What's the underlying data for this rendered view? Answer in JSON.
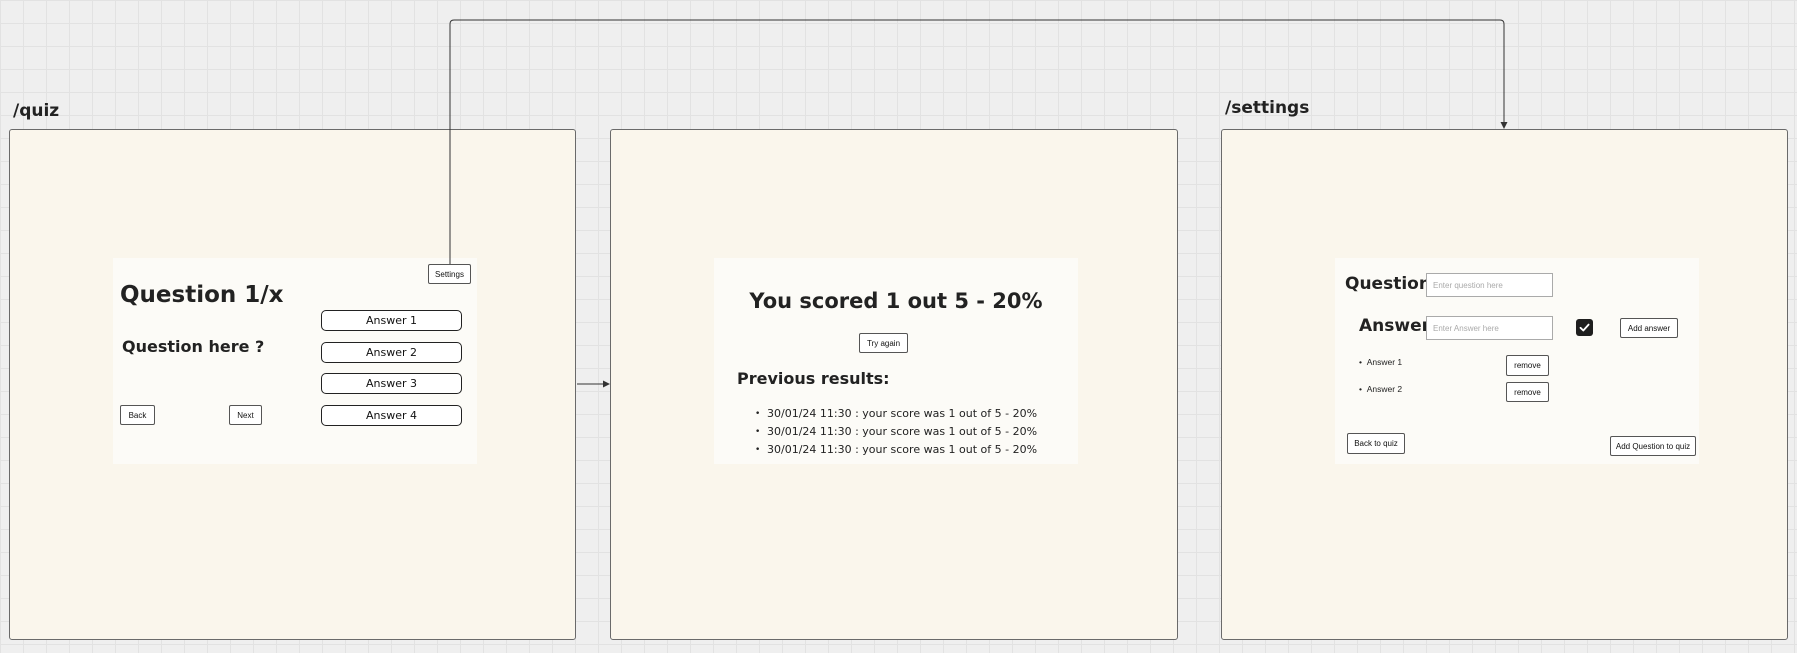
{
  "frames": {
    "quiz_label": "/quiz",
    "settings_label": "/settings"
  },
  "quiz": {
    "settings_button": "Settings",
    "title": "Question 1/x",
    "question": "Question here ?",
    "answers": [
      "Answer 1",
      "Answer 2",
      "Answer 3",
      "Answer 4"
    ],
    "back_button": "Back",
    "next_button": "Next"
  },
  "results": {
    "score_title": "You scored 1 out 5 - 20%",
    "try_again_button": "Try again",
    "previous_heading": "Previous results:",
    "items": [
      "30/01/24 11:30 : your score was 1 out of 5 - 20%",
      "30/01/24 11:30 : your score was 1 out of 5 - 20%",
      "30/01/24 11:30 : your score was 1 out of 5 - 20%"
    ]
  },
  "settings": {
    "question_label": "Question",
    "question_placeholder": "Enter question here",
    "answer_label": "Answer",
    "answer_placeholder": "Enter Answer here",
    "checkbox_checked": true,
    "add_answer_button": "Add answer",
    "answers": [
      "Answer 1",
      "Answer 2"
    ],
    "remove_button": "remove",
    "back_to_quiz_button": "Back to quiz",
    "add_question_button": "Add Question to quiz"
  },
  "colors": {
    "canvas": "#efefef",
    "frame_fill": "#faf6ec",
    "card_fill": "#fcfbf7",
    "connector": "#333333"
  }
}
